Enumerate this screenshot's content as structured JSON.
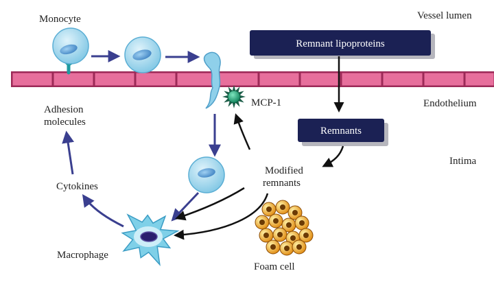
{
  "labels": {
    "vessel_lumen": "Vessel lumen",
    "endothelium": "Endothelium",
    "intima": "Intima",
    "monocyte": "Monocyte",
    "adhesion_line1": "Adhesion",
    "adhesion_line2": "molecules",
    "mcp1": "MCP-1",
    "cytokines": "Cytokines",
    "macrophage": "Macrophage",
    "modified_line1": "Modified",
    "modified_line2": "remnants",
    "foam_cell": "Foam cell"
  },
  "boxes": {
    "remnant_lipoproteins": "Remnant lipoproteins",
    "remnants": "Remnants"
  },
  "icons": {
    "monocyte": "cell-icon",
    "mcp1": "chemokine-icon",
    "macrophage": "macrophage-icon",
    "foam_cell": "foam-cell-icon"
  },
  "colors": {
    "endothelium_fill": "#e76f9c",
    "endothelium_stroke": "#9c2a57",
    "box_fill": "#1b2154",
    "cell_fill": "#8fd0ea",
    "nucleus_fill": "#3f86c6",
    "arrow_blue": "#3a3f8f",
    "arrow_black": "#111111",
    "mcp1_fill": "#0f9a6a",
    "foam_fill": "#f2a21f"
  }
}
